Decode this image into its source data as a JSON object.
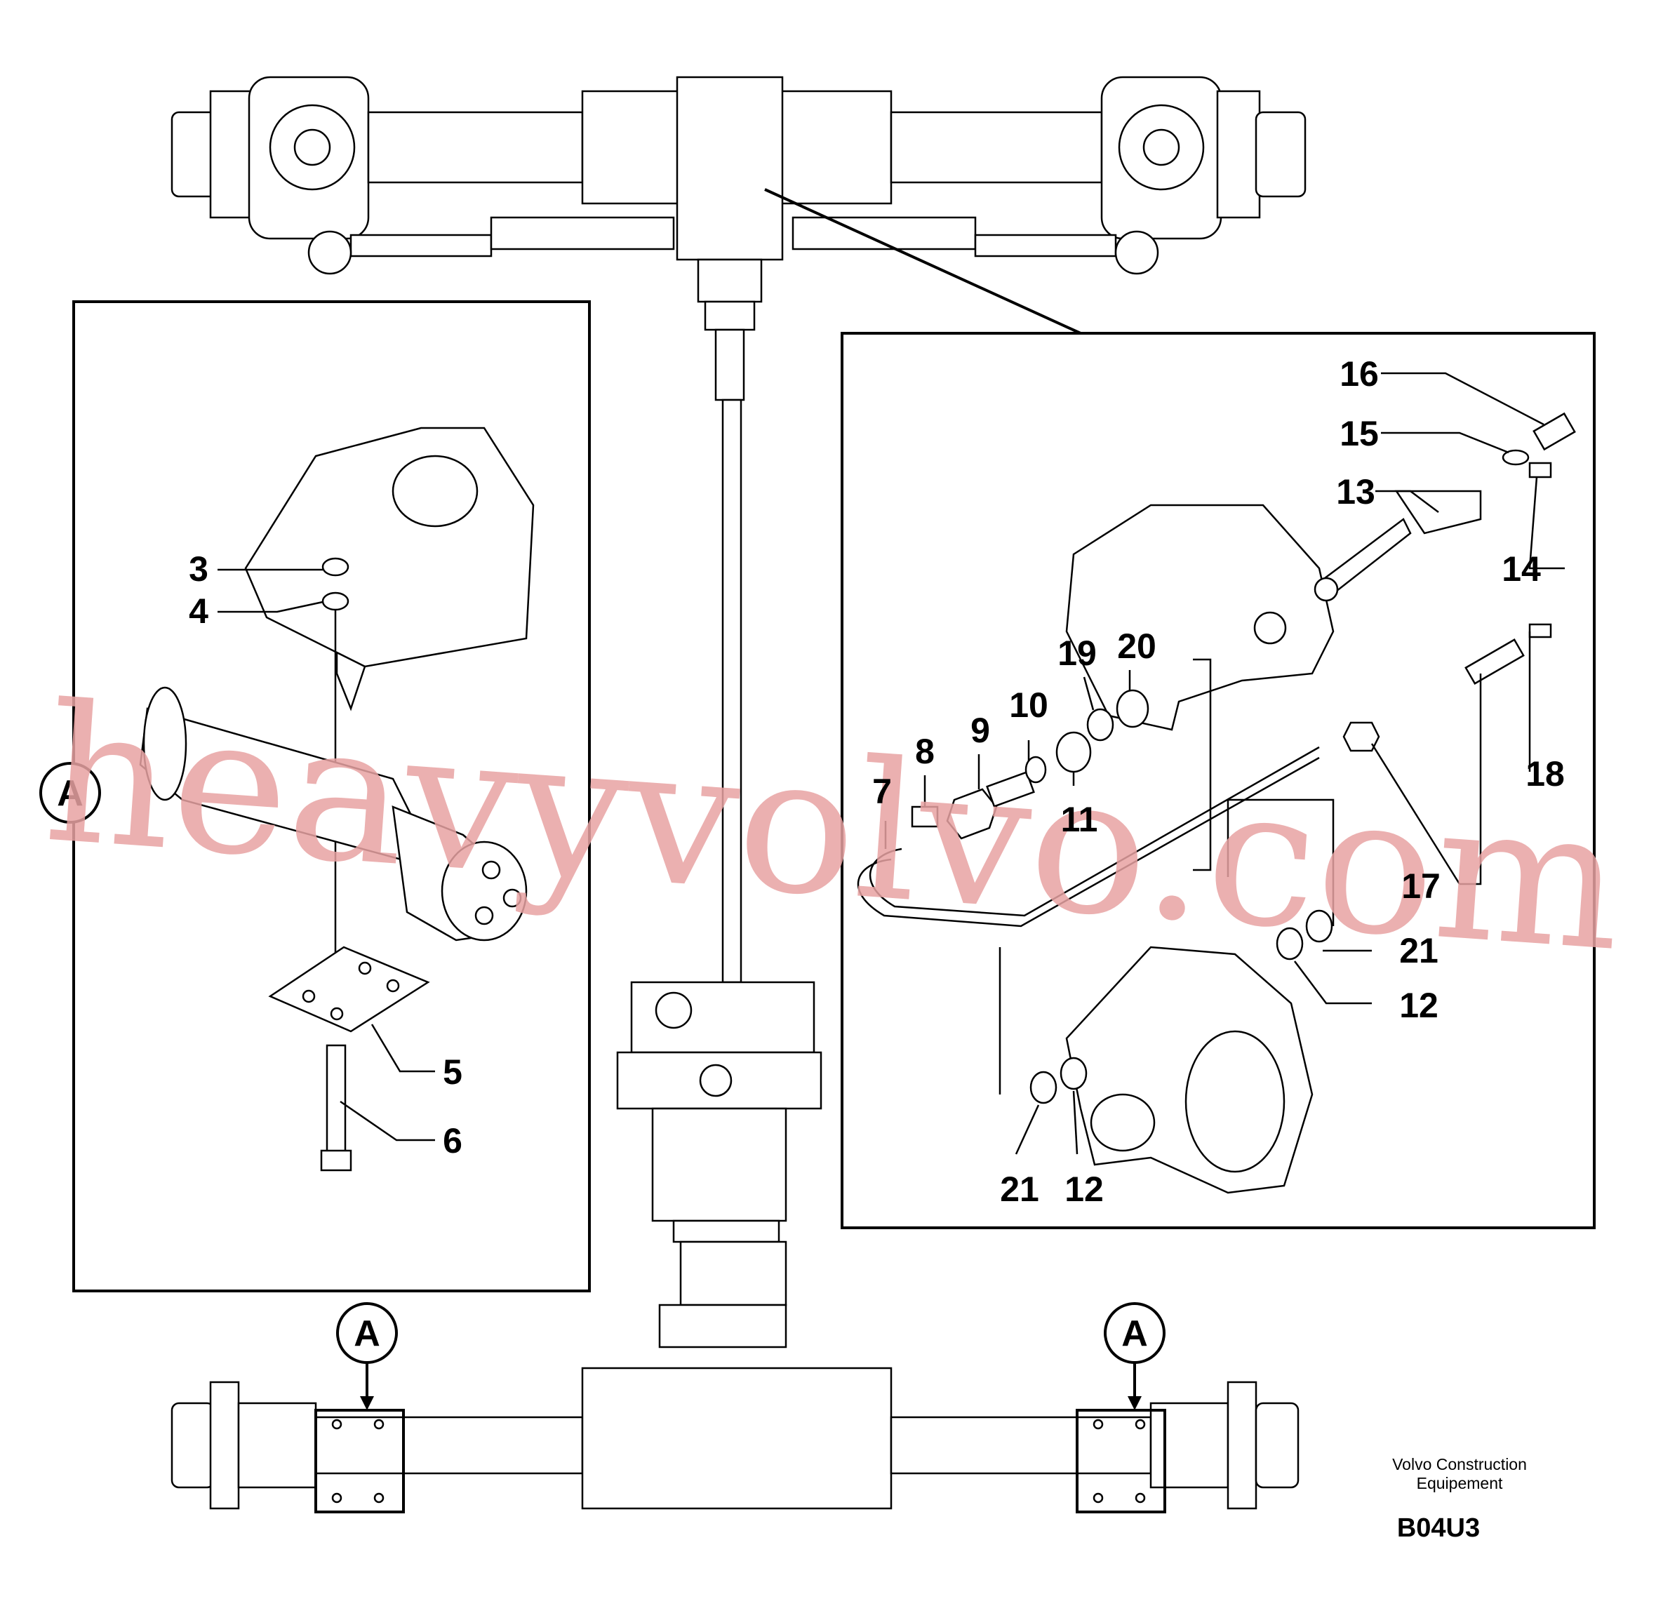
{
  "callouts": [
    {
      "id": "c3",
      "text": "3"
    },
    {
      "id": "c4",
      "text": "4"
    },
    {
      "id": "c5",
      "text": "5"
    },
    {
      "id": "c6",
      "text": "6"
    },
    {
      "id": "c7",
      "text": "7"
    },
    {
      "id": "c8",
      "text": "8"
    },
    {
      "id": "c9",
      "text": "9"
    },
    {
      "id": "c10",
      "text": "10"
    },
    {
      "id": "c11",
      "text": "11"
    },
    {
      "id": "c12a",
      "text": "12"
    },
    {
      "id": "c12b",
      "text": "12"
    },
    {
      "id": "c13",
      "text": "13"
    },
    {
      "id": "c14",
      "text": "14"
    },
    {
      "id": "c15",
      "text": "15"
    },
    {
      "id": "c16",
      "text": "16"
    },
    {
      "id": "c17",
      "text": "17"
    },
    {
      "id": "c18",
      "text": "18"
    },
    {
      "id": "c19",
      "text": "19"
    },
    {
      "id": "c20",
      "text": "20"
    },
    {
      "id": "c21a",
      "text": "21"
    },
    {
      "id": "c21b",
      "text": "21"
    }
  ],
  "detail_markers": {
    "left": "A",
    "bottom_left": "A",
    "bottom_right": "A"
  },
  "credit": {
    "line1": "Volvo Construction",
    "line2": "Equipement",
    "code": "B04U3"
  },
  "watermark": "heavyvolvo.com"
}
